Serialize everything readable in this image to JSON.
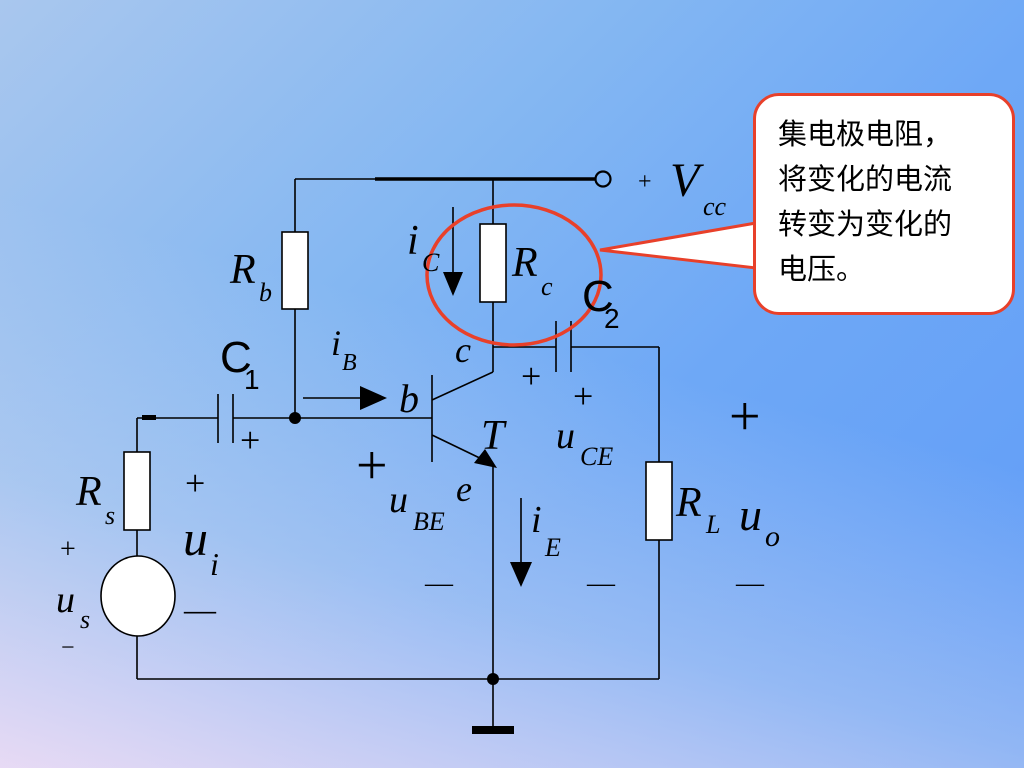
{
  "diagram": {
    "labels": {
      "vcc_sign": "+",
      "vcc_main": "V",
      "vcc_sub": "cc",
      "rb_main": "R",
      "rb_sub": "b",
      "rc_main": "R",
      "rc_sub": "c",
      "ic_main": "i",
      "ic_sub": "C",
      "c2_main": "C",
      "c2_sub": "2",
      "c1_main": "C",
      "c1_sub": "1",
      "ib_main": "i",
      "ib_sub": "B",
      "node_c": "c",
      "node_b": "b",
      "node_e": "e",
      "transistor": "T",
      "uce_main": "u",
      "uce_sub": "CE",
      "ube_main": "u",
      "ube_sub": "BE",
      "ie_main": "i",
      "ie_sub": "E",
      "rs_main": "R",
      "rs_sub": "s",
      "rl_main": "R",
      "rl_sub": "L",
      "ui_main": "u",
      "ui_sub": "i",
      "us_main": "u",
      "us_sub": "s",
      "uo_main": "u",
      "uo_sub": "o",
      "plus": "+",
      "minus": "−",
      "long_minus": "—"
    },
    "colors": {
      "wire": "#000000",
      "highlight": "#e8402a",
      "callout_bg": "#ffffff"
    }
  },
  "callout": {
    "text": "集电极电阻，\n将变化的电流\n转变为变化的\n电压。"
  }
}
